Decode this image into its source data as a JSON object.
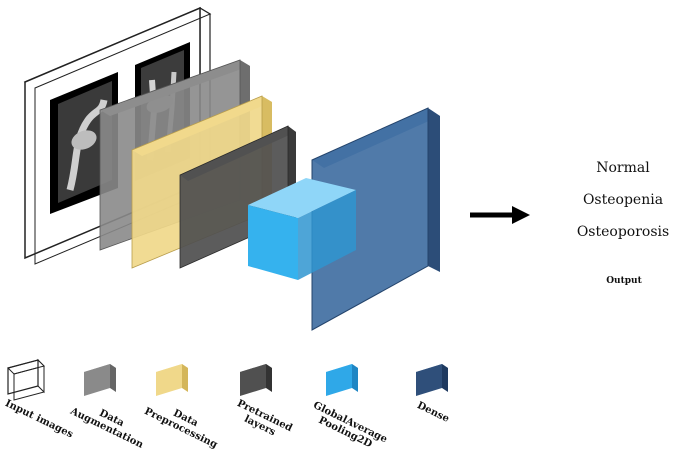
{
  "outputs": {
    "classes": [
      "Normal",
      "Osteopenia",
      "Osteoporosis"
    ],
    "caption": "Output"
  },
  "legend": [
    {
      "label": "Input images",
      "color": "#ffffff",
      "icon": "wire-box-icon"
    },
    {
      "label": "Data Augmentation",
      "color": "#8a8a8a",
      "icon": "gray-block-icon"
    },
    {
      "label": "Data Preprocessing",
      "color": "#f0d88a",
      "icon": "yellow-block-icon"
    },
    {
      "label": "Pretrained layers",
      "color": "#505050",
      "icon": "dark-block-icon"
    },
    {
      "label": "GlobalAverage Pooling2D",
      "color": "#2fa8e8",
      "icon": "blue-cube-icon"
    },
    {
      "label": "Dense",
      "color": "#2f4f7a",
      "icon": "navy-block-icon"
    }
  ],
  "colors": {
    "input": "#ffffff",
    "augmentation": "#8a8a8a",
    "preprocessing": "#f0d88a",
    "pretrained": "#505050",
    "pooling": "#2fa8e8",
    "dense": "#3d6ba0",
    "arrow": "#000000"
  }
}
